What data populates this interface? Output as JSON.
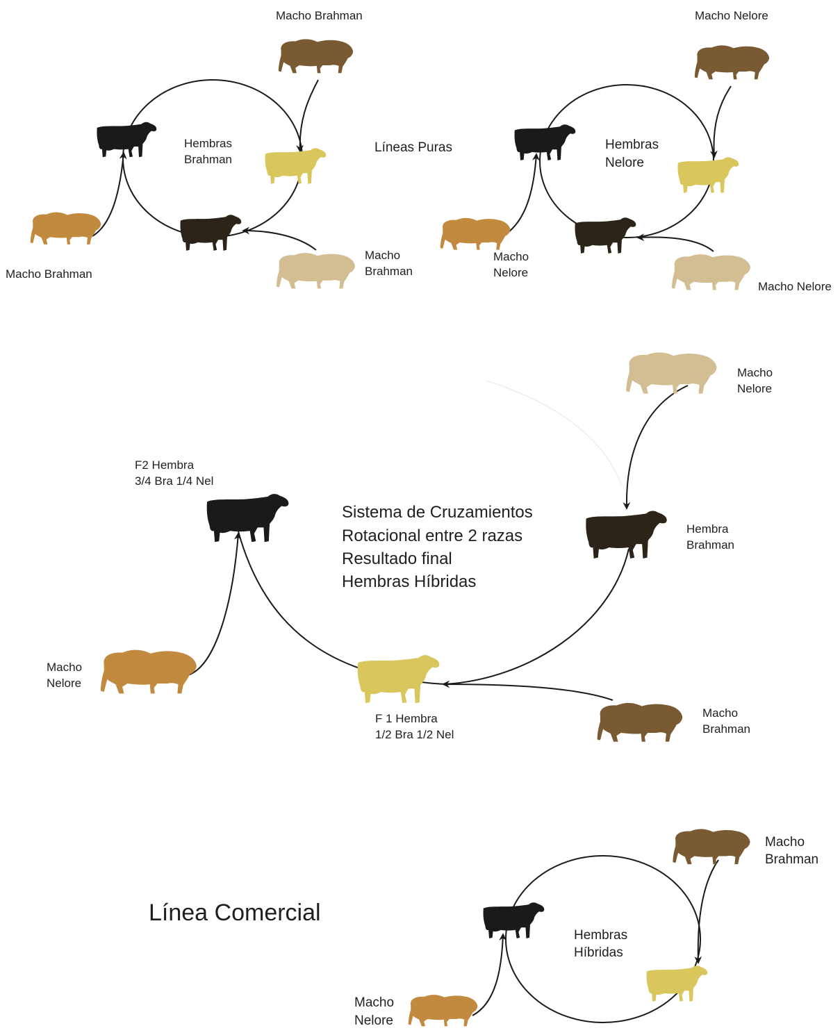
{
  "colors": {
    "black": "#1c1a19",
    "dark_brown": "#2c2418",
    "brown": "#7a5a33",
    "orange": "#c18a3e",
    "yellow": "#d9c65c",
    "tan": "#d3bd92",
    "arrow": "#1a1a1a"
  },
  "icons": {
    "cow": "cow-icon",
    "bull": "bull-icon"
  },
  "labels": {
    "pure_lines_title": "Líneas Puras",
    "commercial_title": "Línea Comercial",
    "brahman_top_male": "Macho Brahman",
    "brahman_left_male": "Macho Brahman",
    "brahman_bottom_male_l1": "Macho",
    "brahman_bottom_male_l2": "Brahman",
    "brahman_center_l1": "Hembras",
    "brahman_center_l2": "Brahman",
    "nelore_top_male": "Macho Nelore",
    "nelore_left_male_l1": "Macho",
    "nelore_left_male_l2": "Nelore",
    "nelore_bottom_male": "Macho Nelore",
    "nelore_center_l1": "Hembras",
    "nelore_center_l2": "Nelore",
    "rot_system_l1": "Sistema de Cruzamientos",
    "rot_system_l2": "Rotacional entre 2 razas",
    "rot_system_l3": "Resultado final",
    "rot_system_l4": "Hembras Híbridas",
    "rot_top_male_l1": "Macho",
    "rot_top_male_l2": "Nelore",
    "rot_female_l1": "Hembra",
    "rot_female_l2": "Brahman",
    "rot_f2_l1": "F2 Hembra",
    "rot_f2_l2": "3/4 Bra 1/4 Nel",
    "rot_f1_l1": "F 1 Hembra",
    "rot_f1_l2": "1/2 Bra 1/2 Nel",
    "rot_left_male_l1": "Macho",
    "rot_left_male_l2": "Nelore",
    "rot_bottom_male_l1": "Macho",
    "rot_bottom_male_l2": "Brahman",
    "com_top_male_l1": "Macho",
    "com_top_male_l2": "Brahman",
    "com_center_l1": "Hembras",
    "com_center_l2": "Híbridas",
    "com_left_male_l1": "Macho",
    "com_left_male_l2": "Nelore"
  }
}
